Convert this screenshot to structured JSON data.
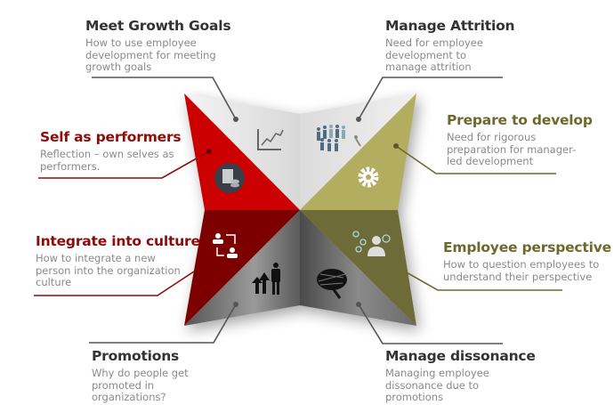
{
  "items": [
    {
      "title": "Meet Growth Goals",
      "desc": "How to use employee development for meeting growth goals",
      "icon": "growth-chart-icon"
    },
    {
      "title": "Manage Attrition",
      "desc": "Need for employee development to manage attrition",
      "icon": "crowd-leaving-icon"
    },
    {
      "title": "Self as performers",
      "desc": "Reflection – own selves as performers.",
      "icon": "document-coins-icon"
    },
    {
      "title": "Prepare to develop",
      "desc": "Need for rigorous preparation for manager-led development",
      "icon": "gear-icon"
    },
    {
      "title": "Integrate into culture",
      "desc": "How to integrate a new person into the organization culture",
      "icon": "exchange-people-icon"
    },
    {
      "title": "Employee perspective",
      "desc": "How to question employees to understand their perspective",
      "icon": "person-ideas-icon"
    },
    {
      "title": "Promotions",
      "desc": "Why do people get promoted in organizations?",
      "icon": "arrows-up-person-icon"
    },
    {
      "title": "Manage dissonance",
      "desc": "Managing employee dissonance due to promotions",
      "icon": "brain-icon"
    }
  ],
  "colors": {
    "red": "#cc0000",
    "dark_red": "#7d0000",
    "olive": "#b3ad60",
    "dark_olive": "#6d6b37",
    "light_gray": "#e6e6e6",
    "gray": "#7a7a7a"
  }
}
